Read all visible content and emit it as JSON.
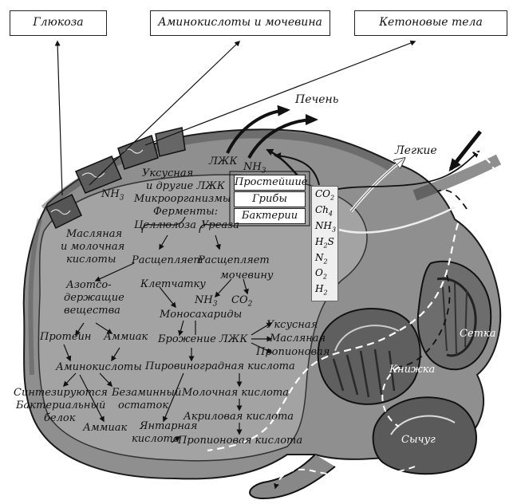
{
  "boxes": {
    "glucose": "Глюкоза",
    "amino_urea": "Аминокислоты и мочевина",
    "ketone": "Кетоновые тела"
  },
  "organs": {
    "liver": "Печень",
    "lungs": "Легкие",
    "reticulum": "Сетка",
    "omasum": "Книжка",
    "abomasum": "Сычуг"
  },
  "absorption": {
    "vfa_top": "ЛЖК",
    "nh3_top": "NH",
    "nh3_top_sub": "3",
    "nh3_wall": "NH",
    "nh3_wall_sub": "3"
  },
  "microbes": [
    "Простейшие",
    "Грибы",
    "Бактерии"
  ],
  "gases": [
    {
      "main": "CO",
      "sub": "2"
    },
    {
      "main": "Ch",
      "sub": "4"
    },
    {
      "main": "NH",
      "sub": "3"
    },
    {
      "main": "H",
      "sub": "2",
      "tail": "S"
    },
    {
      "main": "N",
      "sub": "2"
    },
    {
      "main": "O",
      "sub": "2"
    },
    {
      "main": "H",
      "sub": "2"
    }
  ],
  "rumen": {
    "acetic_line1": "Уксусная",
    "acetic_line2": "и другие ЛЖК",
    "microorganisms": "Микроорганизмы",
    "enzymes": "Ферменты:",
    "cellulase": "Целлюлоза",
    "urease": "Уреаза",
    "butyric_line1": "Масляная",
    "butyric_line2": "и молочная",
    "butyric_line3": "кислоты",
    "splits1": "Расщепляет",
    "splits2": "Расщепляет",
    "fiber": "Клетчатку",
    "urea": "мочевину",
    "nh3": "NH",
    "nh3_sub": "3",
    "co2": "CO",
    "co2_sub": "2",
    "nitrogen1": "Азотсо-",
    "nitrogen2": "держащие",
    "nitrogen3": "вещества",
    "protein": "Протеин",
    "ammonia": "Аммиак",
    "monosaccharides": "Моносахариды",
    "fermentation": "Брожение ЛЖК",
    "vfa_acetic": "Уксусная",
    "vfa_butyric": "Масляная",
    "vfa_propionic": "Пропионовая",
    "amino_acids": "Аминокислоты",
    "pyruvic": "Пировиноградная кислота",
    "synth1": "Синтезируются",
    "synth2": "Бактериальный",
    "synth3": "белок",
    "nitrogen_free1": "Безаминный",
    "nitrogen_free2": "остаток",
    "lactic": "Молочная кислота",
    "acrylic": "Акриловая кислота",
    "ammonia2": "Аммиак",
    "succinic1": "Янтарная",
    "succinic2": "кислота",
    "propionic_acid": "Пропионовая кислота"
  },
  "colors": {
    "rumen_fill": "#8f8f8f",
    "rumen_inner": "#a3a3a3",
    "outline": "#1a1a1a",
    "box_border": "#222222"
  }
}
